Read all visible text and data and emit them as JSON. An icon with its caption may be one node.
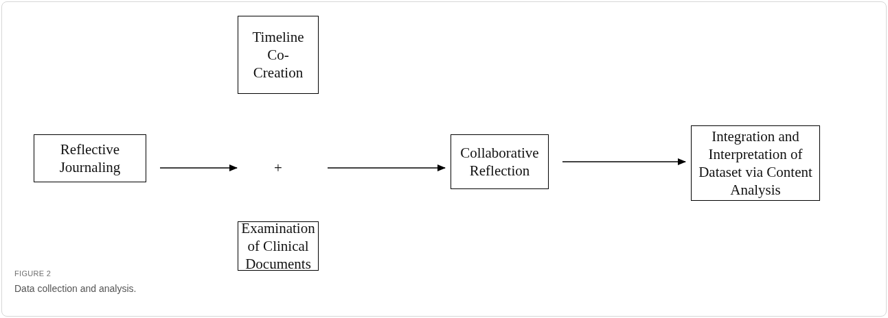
{
  "diagram": {
    "title": "FIGURE 2",
    "caption": "Data collection and analysis.",
    "nodes": [
      {
        "text": [
          "Reflective Journaling"
        ]
      },
      {
        "text": [
          "Timeline Co-Creation"
        ]
      },
      {
        "text": [
          "+"
        ]
      },
      {
        "text": [
          "Examination of Clinical Documents"
        ]
      },
      {
        "text": [
          "Collaborative Reflection"
        ]
      },
      {
        "text": [
          "Integration and Interpretation of Dataset via Content Analysis"
        ]
      }
    ],
    "edges": [
      {
        "from": 0,
        "to": 2,
        "arrow": "to"
      },
      {
        "from": 2,
        "to": 4,
        "arrow": "to"
      },
      {
        "from": 4,
        "to": 5,
        "arrow": "to"
      }
    ]
  }
}
